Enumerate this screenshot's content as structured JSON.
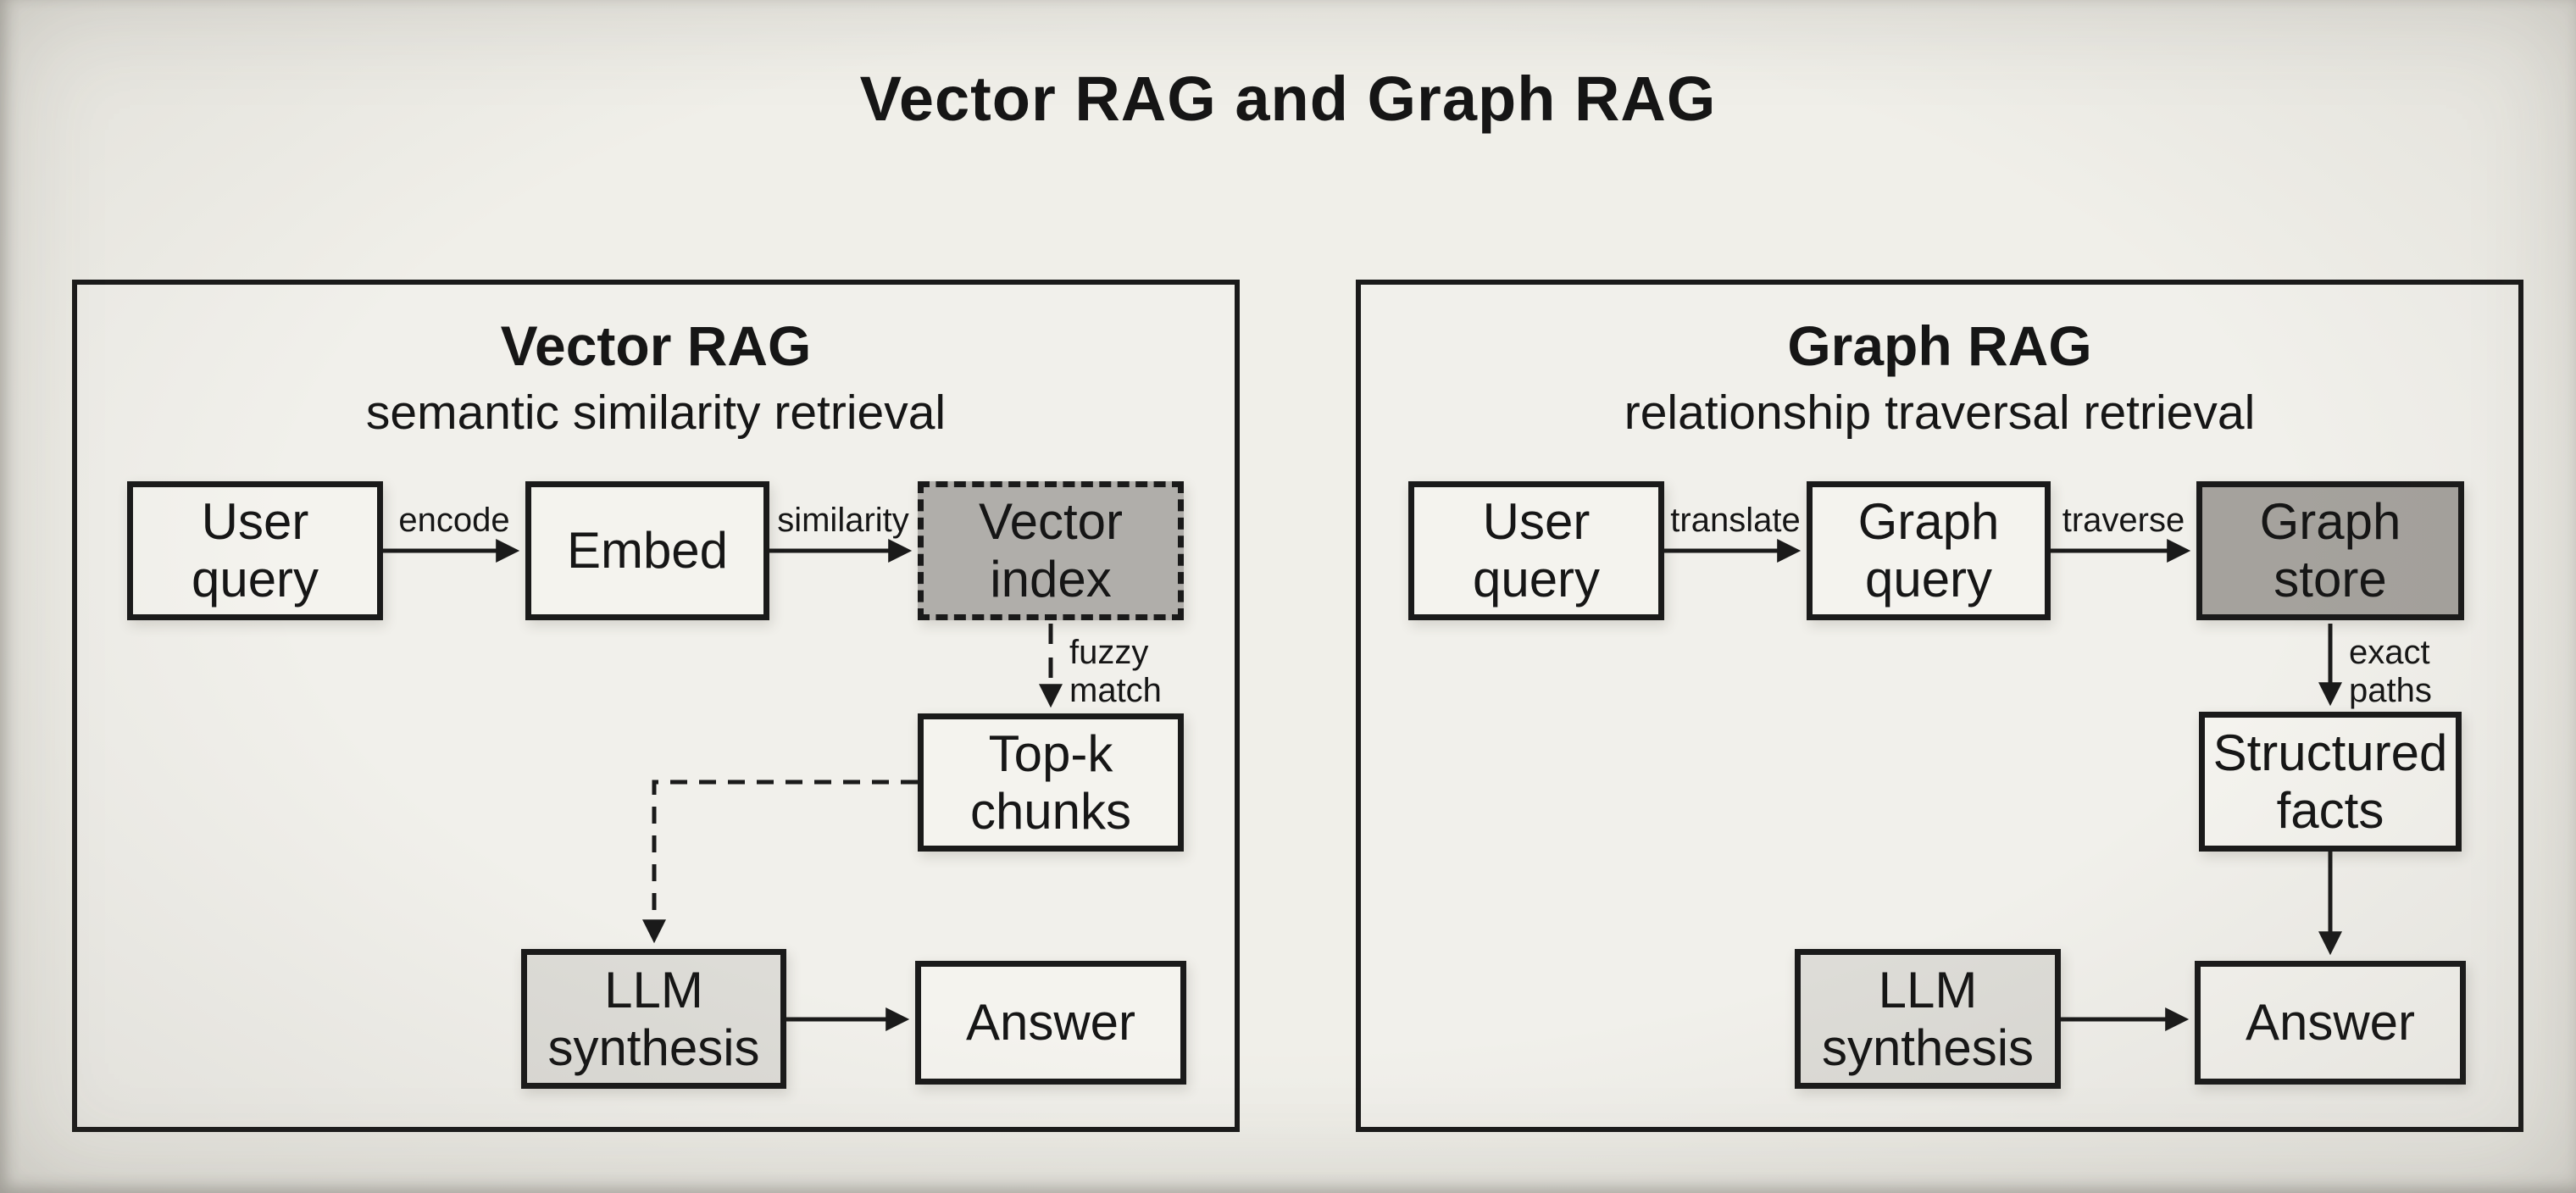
{
  "page": {
    "title": "Vector RAG and Graph RAG"
  },
  "colors": {
    "background": "#f0efe9",
    "ink": "#1a1a1a",
    "node_fill": "#f4f3ee",
    "vector_index_fill": "#b0aeaa",
    "graph_store_fill": "#a5a29d",
    "llm_fill": "#dddcd7"
  },
  "panels": [
    {
      "title": "Vector RAG",
      "subtitle": "semantic similarity retrieval",
      "nodes": [
        {
          "name": "user-query",
          "lines": [
            "User",
            "query"
          ]
        },
        {
          "name": "embed",
          "lines": [
            "Embed"
          ]
        },
        {
          "name": "vector-index",
          "lines": [
            "Vector",
            "index"
          ],
          "style": "gray-dashed"
        },
        {
          "name": "top-k-chunks",
          "lines": [
            "Top-k",
            "chunks"
          ]
        },
        {
          "name": "llm-synthesis",
          "lines": [
            "LLM",
            "synthesis"
          ],
          "style": "light-gray"
        },
        {
          "name": "answer",
          "lines": [
            "Answer"
          ]
        }
      ],
      "edges": [
        {
          "from": "user-query",
          "to": "embed",
          "style": "solid",
          "lines": [
            "encode"
          ]
        },
        {
          "from": "embed",
          "to": "vector-index",
          "style": "solid",
          "lines": [
            "similarity"
          ]
        },
        {
          "from": "vector-index",
          "to": "top-k-chunks",
          "style": "dashed",
          "lines": [
            "fuzzy",
            "match"
          ]
        },
        {
          "from": "top-k-chunks",
          "to": "llm-synthesis",
          "style": "dashed",
          "lines": []
        },
        {
          "from": "llm-synthesis",
          "to": "answer",
          "style": "solid",
          "lines": []
        }
      ]
    },
    {
      "title": "Graph RAG",
      "subtitle": "relationship traversal retrieval",
      "nodes": [
        {
          "name": "user-query",
          "lines": [
            "User",
            "query"
          ]
        },
        {
          "name": "graph-query",
          "lines": [
            "Graph",
            "query"
          ]
        },
        {
          "name": "graph-store",
          "lines": [
            "Graph",
            "store"
          ],
          "style": "dark-gray"
        },
        {
          "name": "structured-facts",
          "lines": [
            "Structured",
            "facts"
          ]
        },
        {
          "name": "llm-synthesis",
          "lines": [
            "LLM",
            "synthesis"
          ],
          "style": "light-gray"
        },
        {
          "name": "answer",
          "lines": [
            "Answer"
          ]
        }
      ],
      "edges": [
        {
          "from": "user-query",
          "to": "graph-query",
          "style": "solid",
          "lines": [
            "translate"
          ]
        },
        {
          "from": "graph-query",
          "to": "graph-store",
          "style": "solid",
          "lines": [
            "traverse"
          ]
        },
        {
          "from": "graph-store",
          "to": "structured-facts",
          "style": "solid",
          "lines": [
            "exact",
            "paths"
          ]
        },
        {
          "from": "structured-facts",
          "to": "answer",
          "style": "solid",
          "lines": []
        },
        {
          "from": "llm-synthesis",
          "to": "answer",
          "style": "solid",
          "lines": []
        }
      ]
    }
  ]
}
